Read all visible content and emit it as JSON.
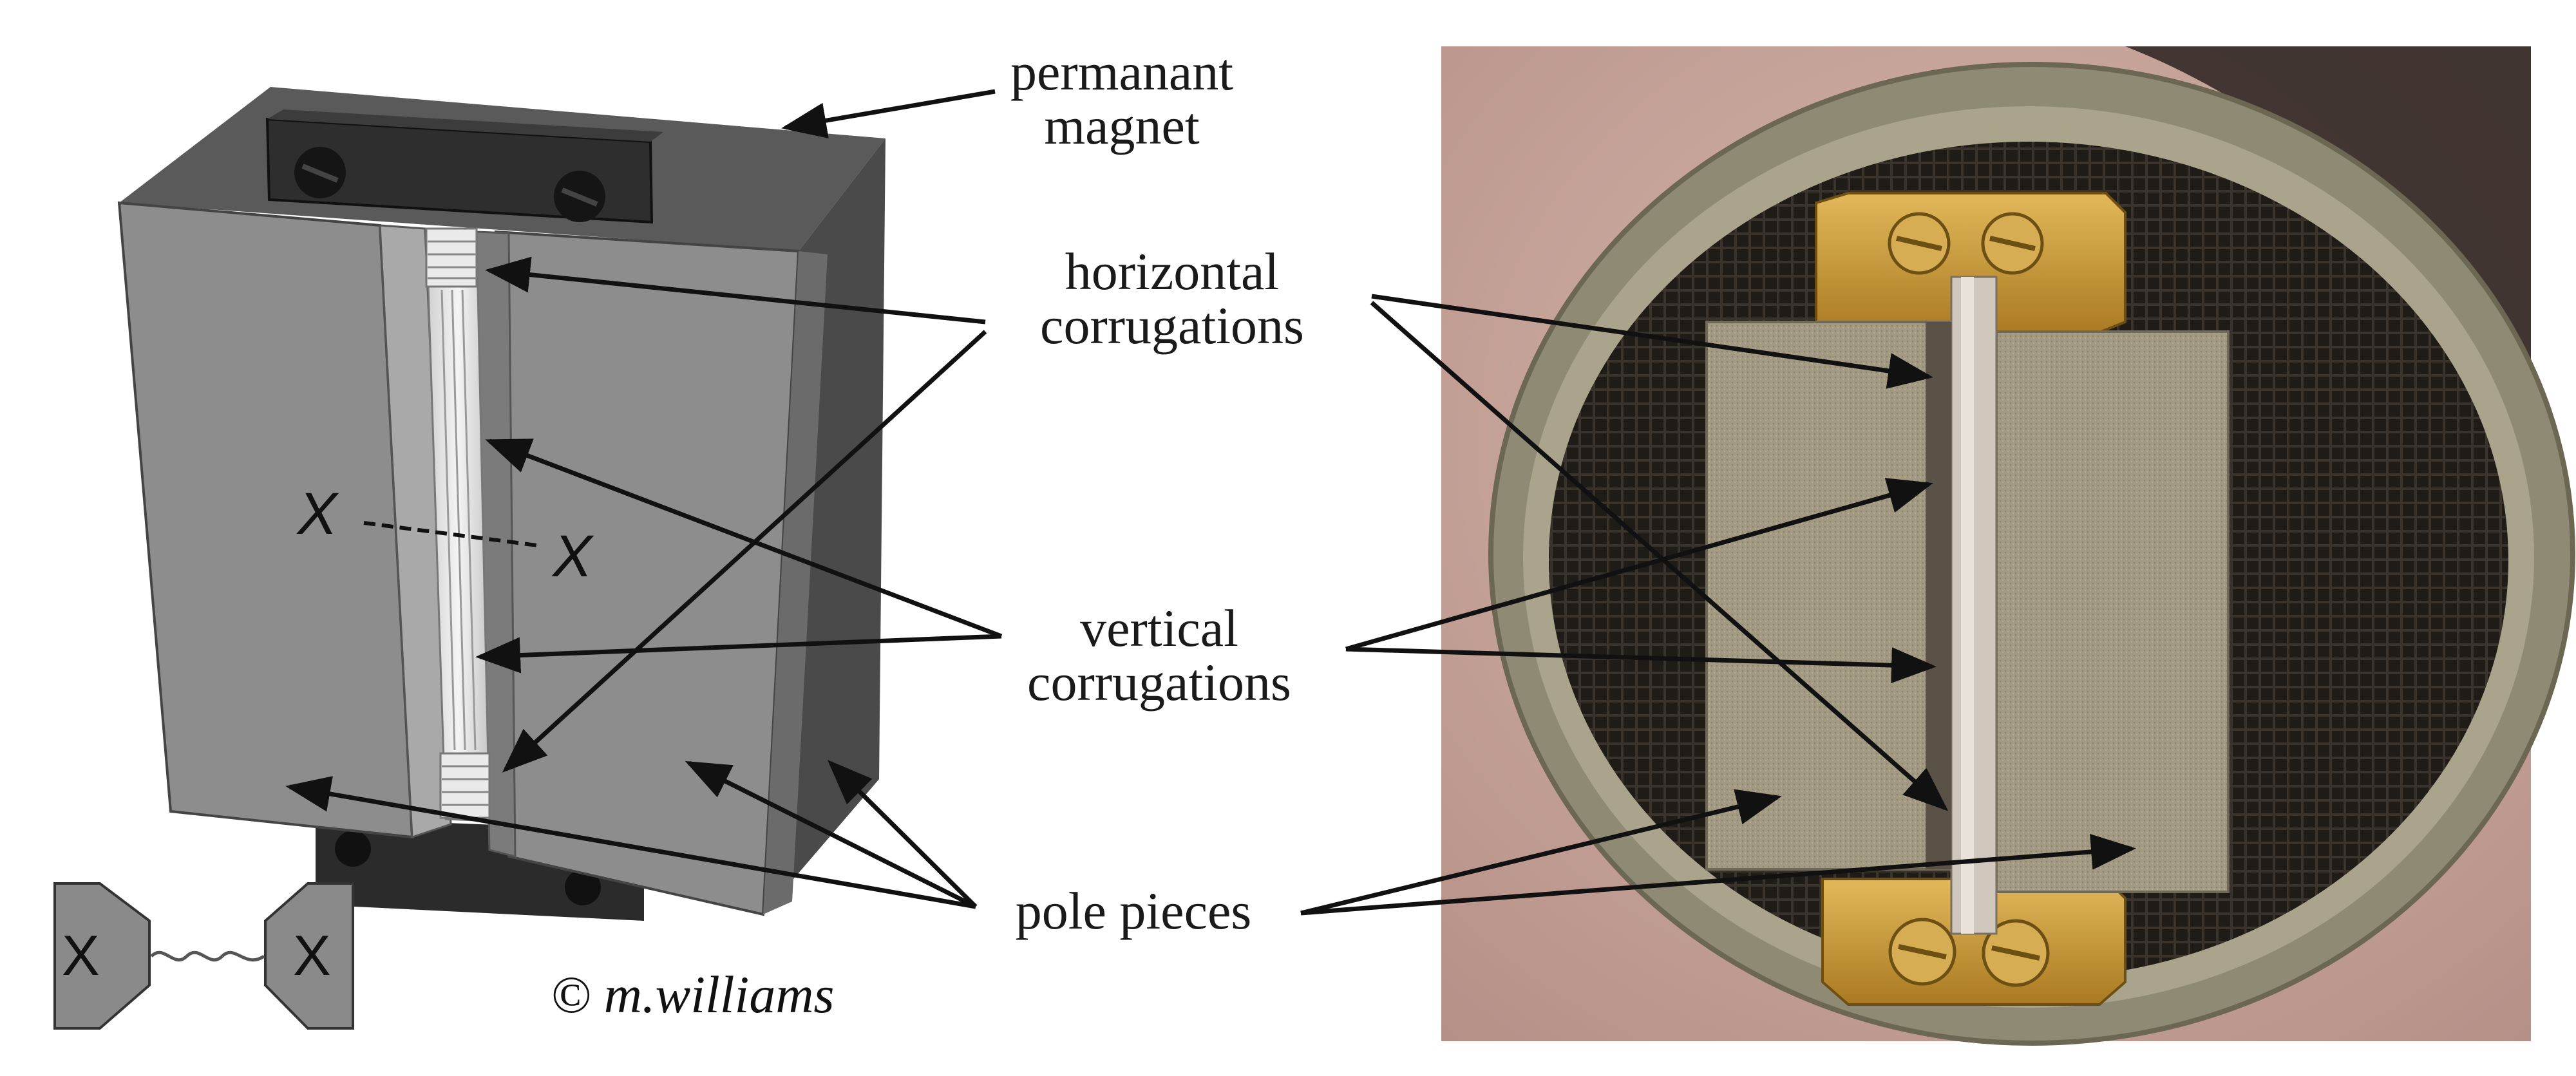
{
  "labels": {
    "magnet": "permanant\nmagnet",
    "horizontal": "horizontal\ncorrugations",
    "vertical": "vertical\ncorrugations",
    "pole": "pole pieces"
  },
  "section_marks": {
    "left": "X",
    "right": "X"
  },
  "cross_section_marks": {
    "left": "X",
    "right": "X"
  },
  "copyright": "© m.williams",
  "colors": {
    "body_dark": "#5f5f5f",
    "body_mid": "#8a8a8a",
    "body_light": "#9c9c9c",
    "magnet": "#2b2b2b",
    "ribbon": "#e4e4e4",
    "photo_bg": "#c9a59c",
    "brass": "#c89a3a",
    "arrow": "#111111"
  }
}
